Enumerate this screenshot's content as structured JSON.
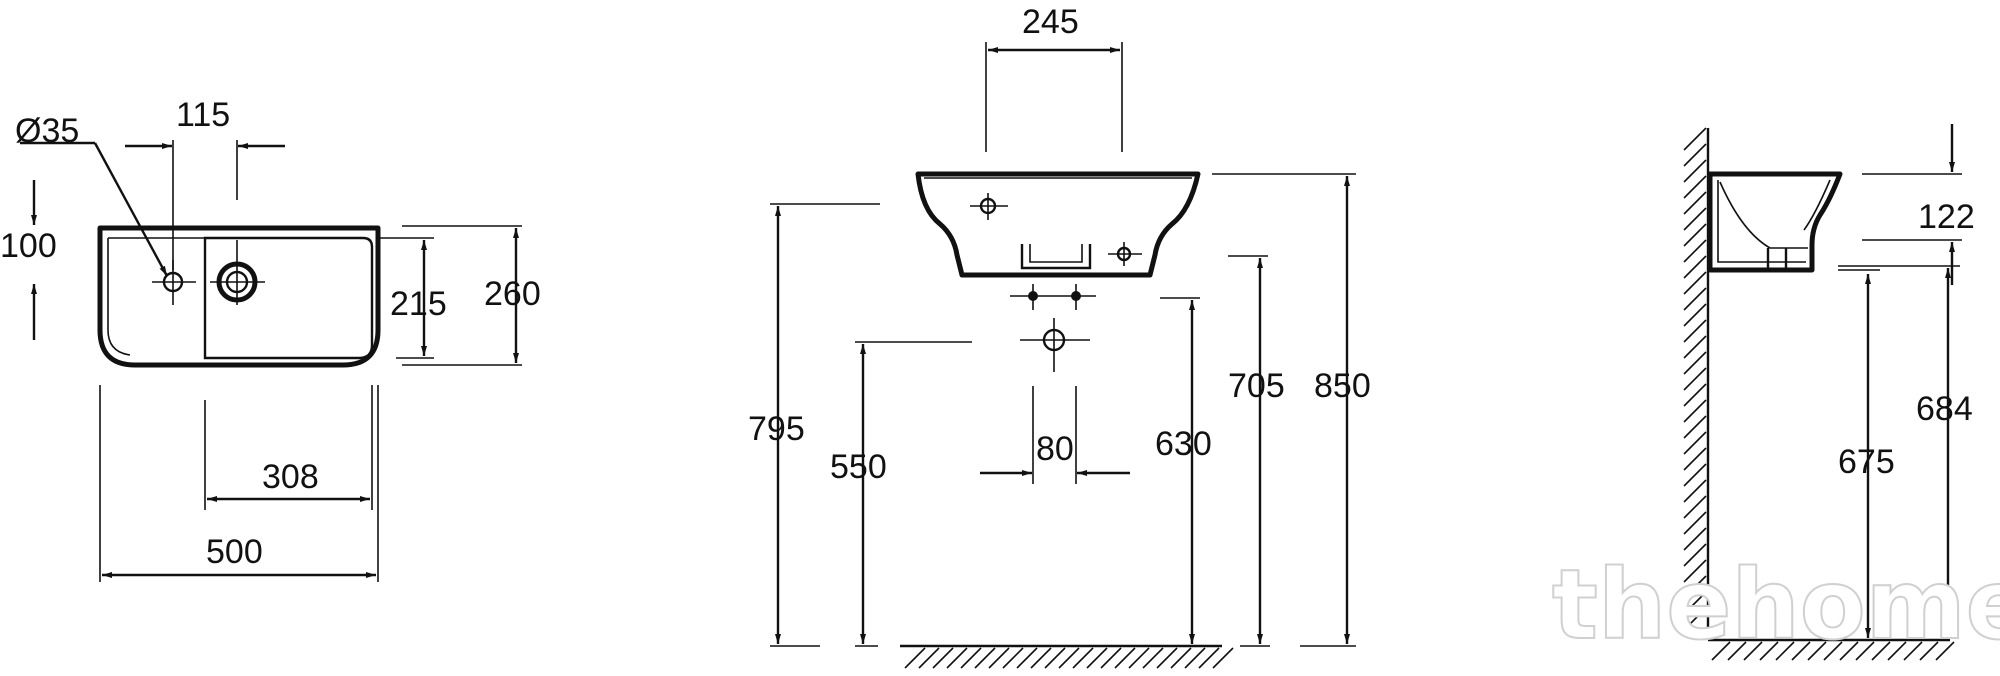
{
  "top_view": {
    "hole_diameter": "Ø35",
    "tap_spacing": "115",
    "tap_offset": "100",
    "inner_depth": "215",
    "total_depth": "260",
    "basin_width": "308",
    "total_width": "500"
  },
  "front_view": {
    "waste_spacing": "245",
    "rim_height": "795",
    "waste_height": "550",
    "pipe_spacing": "80",
    "tap_height": "630",
    "outlet_height": "705",
    "top_height": "850"
  },
  "side_view": {
    "bowl_height": "122",
    "underside_height": "675",
    "top_height": "684"
  },
  "watermark": "thehome"
}
